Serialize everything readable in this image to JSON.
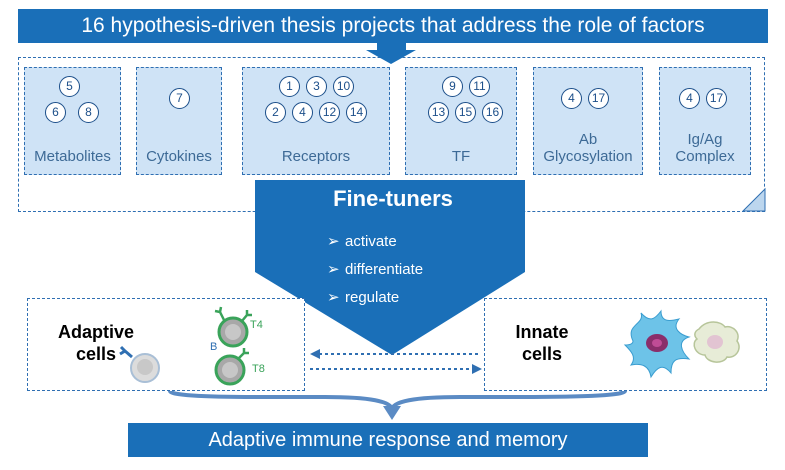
{
  "top_banner": "16 hypothesis-driven thesis projects that address the role of factors",
  "categories": [
    {
      "label": "Metabolites",
      "numbers": [
        "5",
        "6",
        "8"
      ]
    },
    {
      "label": "Cytokines",
      "numbers": [
        "7"
      ]
    },
    {
      "label": "Receptors",
      "numbers": [
        "1",
        "3",
        "10",
        "2",
        "4",
        "12",
        "14"
      ]
    },
    {
      "label": "TF",
      "numbers": [
        "9",
        "11",
        "13",
        "15",
        "16"
      ]
    },
    {
      "label": "Ab Glycosylation",
      "label_lines": [
        "Ab",
        "Glycosylation"
      ],
      "numbers": [
        "4",
        "17"
      ]
    },
    {
      "label": "Ig/Ag Complex",
      "label_lines": [
        "Ig/Ag",
        "Complex"
      ],
      "numbers": [
        "4",
        "17"
      ]
    }
  ],
  "funnel": {
    "title": "Fine-tuners",
    "bullets": [
      "activate",
      "differentiate",
      "regulate"
    ]
  },
  "adaptive": {
    "title_lines": [
      "Adaptive",
      "cells"
    ],
    "cell_labels": {
      "b": "B",
      "t4": "T4",
      "t8": "T8"
    }
  },
  "innate": {
    "title_lines": [
      "Innate",
      "cells"
    ]
  },
  "bottom_banner": "Adaptive immune response and memory",
  "colors": {
    "brand_blue": "#1a6fb8",
    "box_fill": "#cfe3f6",
    "t_cell_green": "#3aa35a"
  }
}
